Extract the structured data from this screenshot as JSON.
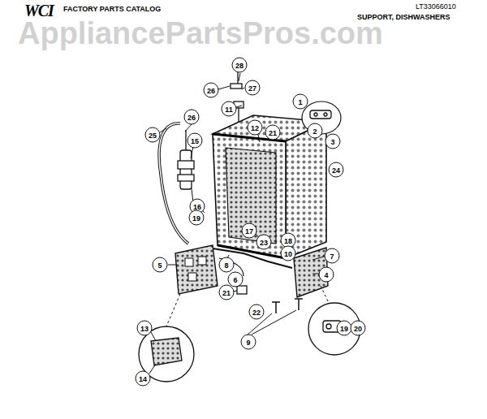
{
  "diagram": {
    "labels": [
      "WCI",
      "FACTORY PARTS CATALOG",
      "SUPPORT, DISHWASHERS",
      "LT33066010",
      "AppliancePartsPros.com",
      "28",
      "26",
      "27",
      "11",
      "1",
      "2",
      "3",
      "25",
      "26",
      "15",
      "12",
      "21",
      "24",
      "16",
      "19",
      "17",
      "23",
      "18",
      "10",
      "7",
      "5",
      "8",
      "6",
      "4",
      "21",
      "22",
      "9",
      "19",
      "20",
      "13",
      "14"
    ]
  }
}
